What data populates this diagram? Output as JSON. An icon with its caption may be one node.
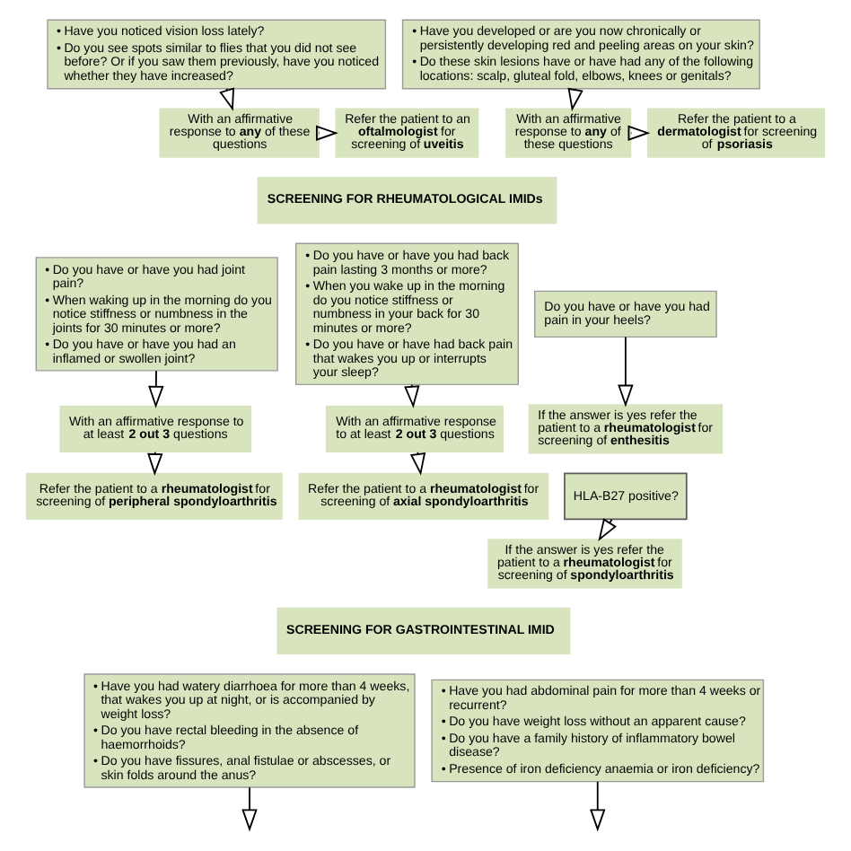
{
  "diagram": {
    "nodes": [
      {
        "text": [
          "• Have you noticed vision loss lately?",
          "• Do you see spots similar to flies that you did not see before? Or if you saw them previously, have you noticed whether they have increased?"
        ]
      },
      {
        "text": [
          "• Have you developed or are you now chronically or persistently developing red and peeling areas on your skin?",
          "• Do these skin lesions have or have had any of the following locations: scalp, gluteal fold, elbows, knees or genitals?"
        ]
      },
      {
        "text": [
          "With an affirmative response to **any** of these questions"
        ]
      },
      {
        "text": [
          "Refer the patient to an **oftalmologist** for screening of **uveitis**"
        ]
      },
      {
        "text": [
          "With an affirmative response to **any** of these questions"
        ]
      },
      {
        "text": [
          "Refer the patient to a **dermatologist** for screening of **psoriasis**"
        ]
      },
      {
        "text": [
          "SCREENING FOR RHEUMATOLOGICAL IMIDs"
        ]
      },
      {
        "text": [
          "• Do you have or have you had joint pain?",
          "• When waking up in the morning do you notice stiffness or numbness in the joints for 30 minutes or more?",
          "• Do you have or have you had an inflamed or swollen joint?"
        ]
      },
      {
        "text": [
          "• Do you have or have you had back pain lasting 3 months or more?",
          "• When you wake up in the morning do you notice stiffness or numbness in your back for 30 minutes or more?",
          "• Do you have or have had back pain that wakes you up or interrupts your sleep?"
        ]
      },
      {
        "text": [
          "Do you have or have you had pain in your heels?"
        ]
      },
      {
        "text": [
          "If the answer is yes refer the patient to a **rheumatologist** for screening of **enthesitis**"
        ]
      },
      {
        "text": [
          "HLA-B27 positive?"
        ]
      },
      {
        "text": [
          "With an affirmative response to at least **2 out 3** questions"
        ]
      },
      {
        "text": [
          "With an affirmative response to at least **2 out 3** questions"
        ]
      },
      {
        "text": [
          "If the answer is yes refer the patient to a **rheumatologist** for screening of **spondyloarthritis**"
        ]
      },
      {
        "text": [
          "Refer the patient to a **rheumatologist** for screening of **peripheral spondyloarthritis**"
        ]
      },
      {
        "text": [
          "Refer the patient to a **rheumatologist** for screening of **axial spondyloarthritis**"
        ]
      },
      {
        "text": [
          "SCREENING FOR GASTROINTESTINAL IMID"
        ]
      },
      {
        "text": [
          "• Have you had watery diarrhoea for more than 4 weeks, that wakes you up at night, or is accompanied by weight loss?",
          "• Do you have rectal bleeding in the absence of haemorrhoids?",
          "• Do you have fissures, anal fistulae or abscesses, or skin folds around the anus?"
        ]
      },
      {
        "text": [
          "• Have you had abdominal pain for more than 4 weeks or recurrent?",
          "• Do you have weight loss without an apparent cause?",
          "• Do you have a family history of inflammatory bowel disease?",
          "• Presence of iron deficiency anaemia or iron deficiency?"
        ]
      }
    ],
    "edges": [
      {
        "from": 0,
        "to": 2,
        "arrow": "to"
      },
      {
        "from": 2,
        "to": 3,
        "arrow": "to"
      },
      {
        "from": 1,
        "to": 4,
        "arrow": "to"
      },
      {
        "from": 4,
        "to": 5,
        "arrow": "to"
      },
      {
        "from": 7,
        "to": 12,
        "arrow": "to"
      },
      {
        "from": 12,
        "to": 15,
        "arrow": "to"
      },
      {
        "from": 8,
        "to": 13,
        "arrow": "to"
      },
      {
        "from": 13,
        "to": 16,
        "arrow": "to"
      },
      {
        "from": 9,
        "to": 10,
        "arrow": "to"
      },
      {
        "from": 11,
        "to": 14,
        "arrow": "to"
      },
      {
        "from": 18,
        "to": null,
        "arrow": "to"
      },
      {
        "from": 19,
        "to": null,
        "arrow": "to"
      }
    ]
  }
}
